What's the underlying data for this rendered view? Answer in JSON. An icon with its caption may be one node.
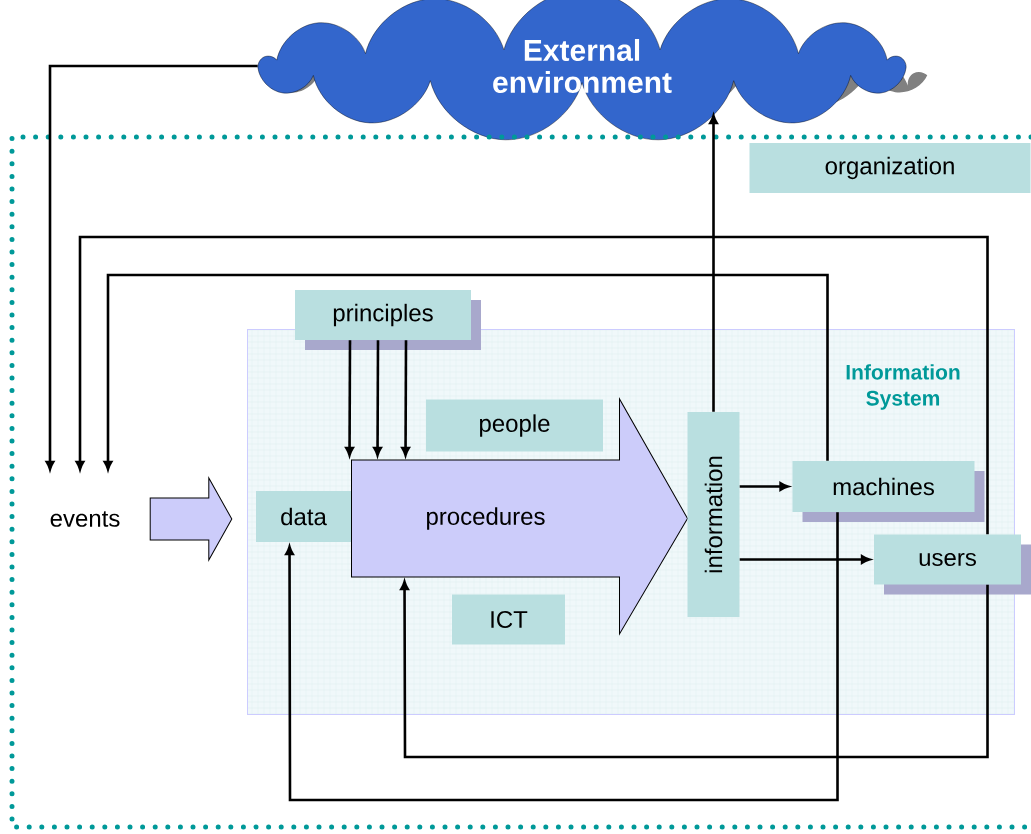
{
  "diagram": {
    "nodes": [
      {
        "text": [
          "External environment"
        ]
      },
      {
        "text": [
          "organization"
        ]
      },
      {
        "text": [
          "events"
        ],
        "in": 1
      },
      {
        "text": [
          "Information System"
        ],
        "in": 1
      },
      {
        "text": [
          "principles"
        ],
        "in": 1
      },
      {
        "text": [
          "people"
        ],
        "in": 3
      },
      {
        "text": [
          "procedures"
        ],
        "in": 3
      },
      {
        "text": [
          "data"
        ],
        "in": 3
      },
      {
        "text": [
          "ICT"
        ],
        "in": 3
      },
      {
        "text": [
          "information"
        ],
        "in": 3
      },
      {
        "text": [
          "machines"
        ],
        "in": 3
      },
      {
        "text": [
          "users"
        ],
        "in": 3
      }
    ],
    "edges": [
      {
        "from": 0,
        "to": 2,
        "arrow": "to"
      },
      {
        "from": 10,
        "to": 2,
        "arrow": "to"
      },
      {
        "from": 11,
        "to": 2,
        "arrow": "to"
      },
      {
        "from": 2,
        "to": 7,
        "arrow": "to",
        "style": "thick"
      },
      {
        "from": 4,
        "to": 6,
        "arrow": "to"
      },
      {
        "from": 4,
        "to": 6,
        "arrow": "to"
      },
      {
        "from": 4,
        "to": 6,
        "arrow": "to"
      },
      {
        "from": 9,
        "to": 0,
        "arrow": "to"
      },
      {
        "from": 9,
        "to": 10,
        "arrow": "to"
      },
      {
        "from": 9,
        "to": 11,
        "arrow": "to"
      },
      {
        "from": 11,
        "to": 6,
        "arrow": "to"
      },
      {
        "from": 10,
        "to": 7,
        "arrow": "to"
      }
    ]
  }
}
